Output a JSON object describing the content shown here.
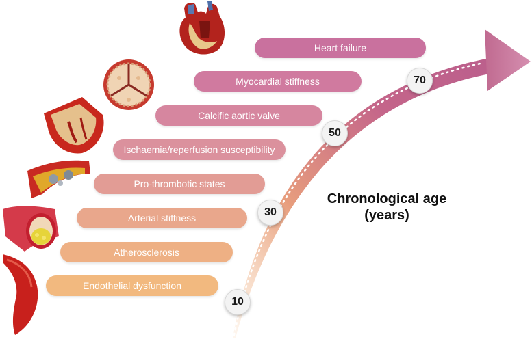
{
  "stages": [
    {
      "label": "Heart failure",
      "color": "#c9719e"
    },
    {
      "label": "Myocardial stiffness",
      "color": "#d07a9f"
    },
    {
      "label": "Calcific aortic valve",
      "color": "#d6869f"
    },
    {
      "label": "Ischaemia/reperfusion susceptibility",
      "color": "#db919d"
    },
    {
      "label": "Pro-thrombotic states",
      "color": "#e29c95"
    },
    {
      "label": "Arterial stiffness",
      "color": "#e9a78c"
    },
    {
      "label": "Atherosclerosis",
      "color": "#eeb084"
    },
    {
      "label": "Endothelial dysfunction",
      "color": "#f2b97f"
    }
  ],
  "ages": [
    "10",
    "30",
    "50",
    "70"
  ],
  "axis": {
    "line1": "Chronological age",
    "line2": "(years)"
  },
  "icons": [
    "heart-icon",
    "aortic-valve-icon",
    "ventricle-icon",
    "plaque-artery-icon",
    "cholesterol-artery-icon",
    "blood-vessel-icon"
  ]
}
